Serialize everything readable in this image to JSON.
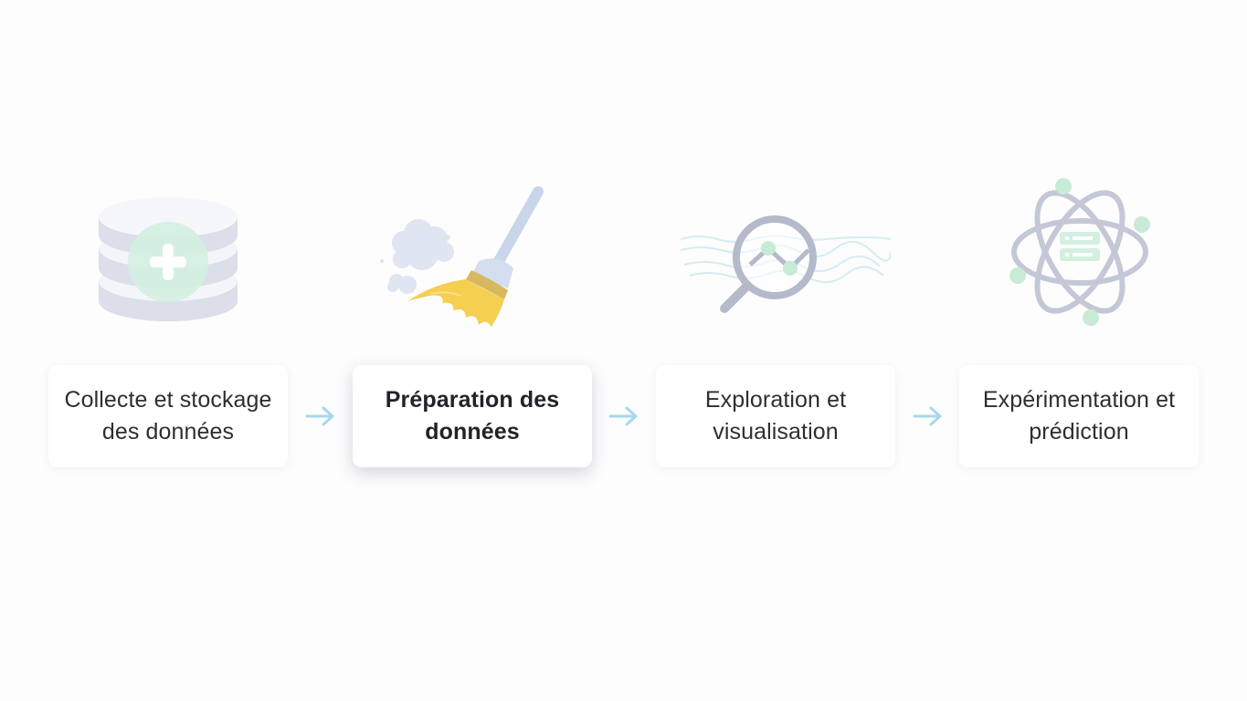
{
  "steps": [
    {
      "label": "Collecte et stockage des données",
      "icon": "database-plus-icon",
      "active": false
    },
    {
      "label": "Préparation des données",
      "icon": "broom-icon",
      "active": true
    },
    {
      "label": "Exploration et visualisation",
      "icon": "magnifier-chart-icon",
      "active": false
    },
    {
      "label": "Expérimentation et prédiction",
      "icon": "atom-server-icon",
      "active": false
    }
  ],
  "colors": {
    "accent_arrow": "#a8d8ea",
    "active_card_shadow": "#28324633",
    "icon_grey": "#c7ccd8",
    "icon_mint": "#c8ebd8",
    "broom_yellow": "#f5cf4f"
  }
}
